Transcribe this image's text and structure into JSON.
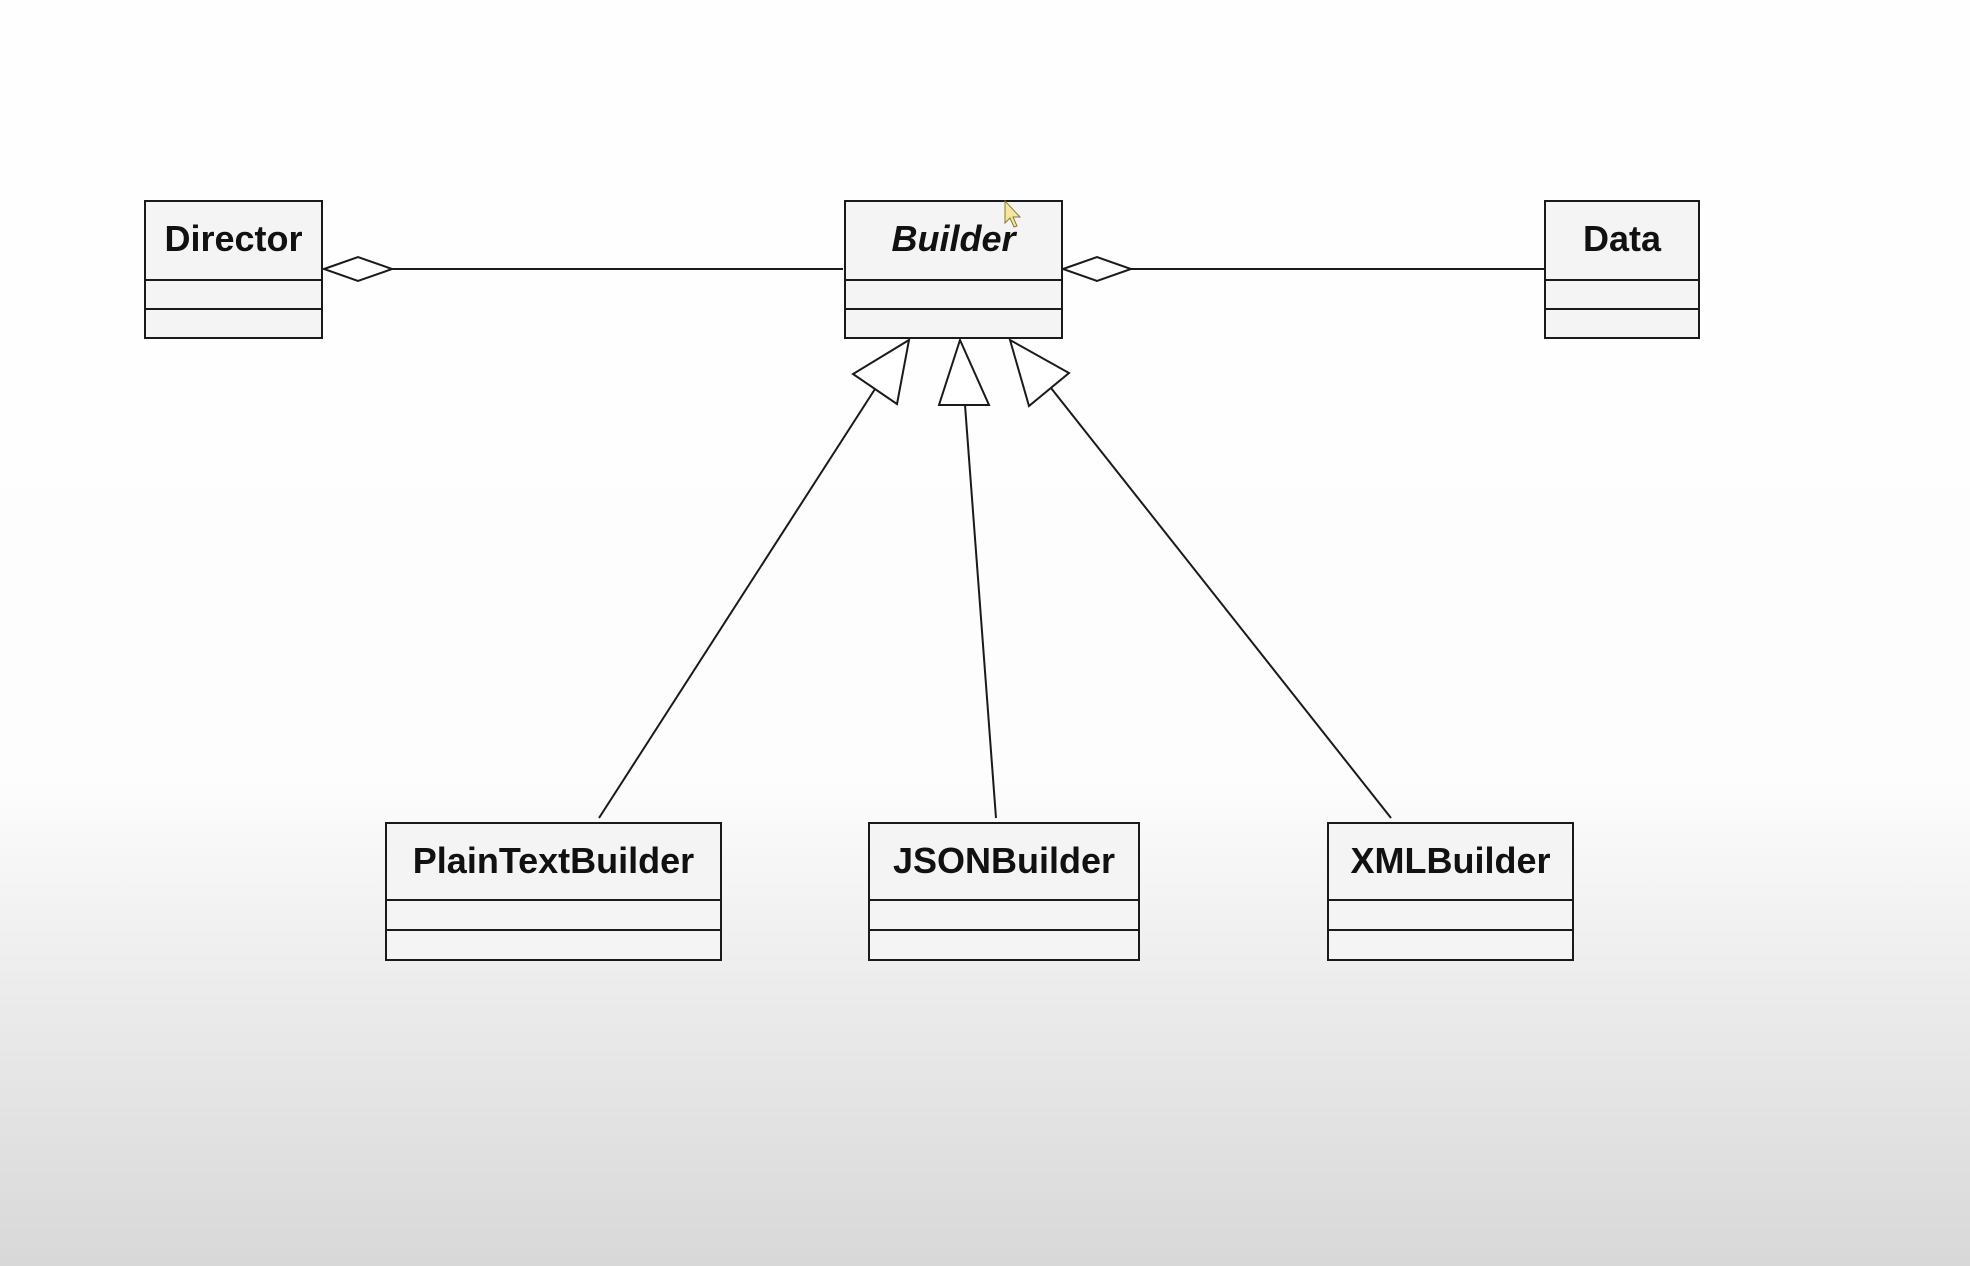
{
  "diagram": {
    "type": "uml-class-diagram",
    "classes": [
      {
        "id": "director",
        "name": "Director",
        "abstract": false
      },
      {
        "id": "builder",
        "name": "Builder",
        "abstract": true
      },
      {
        "id": "data",
        "name": "Data",
        "abstract": false
      },
      {
        "id": "plaintextbuilder",
        "name": "PlainTextBuilder",
        "abstract": false
      },
      {
        "id": "jsonbuilder",
        "name": "JSONBuilder",
        "abstract": false
      },
      {
        "id": "xmlbuilder",
        "name": "XMLBuilder",
        "abstract": false
      }
    ],
    "relations": [
      {
        "type": "aggregation",
        "whole": "director",
        "part": "builder"
      },
      {
        "type": "aggregation",
        "whole": "builder",
        "part": "data"
      },
      {
        "type": "generalization",
        "child": "plaintextbuilder",
        "parent": "builder"
      },
      {
        "type": "generalization",
        "child": "jsonbuilder",
        "parent": "builder"
      },
      {
        "type": "generalization",
        "child": "xmlbuilder",
        "parent": "builder"
      }
    ]
  },
  "colors": {
    "line": "#1a1a1a",
    "box_fill": "#f4f4f4",
    "text": "#111111"
  }
}
